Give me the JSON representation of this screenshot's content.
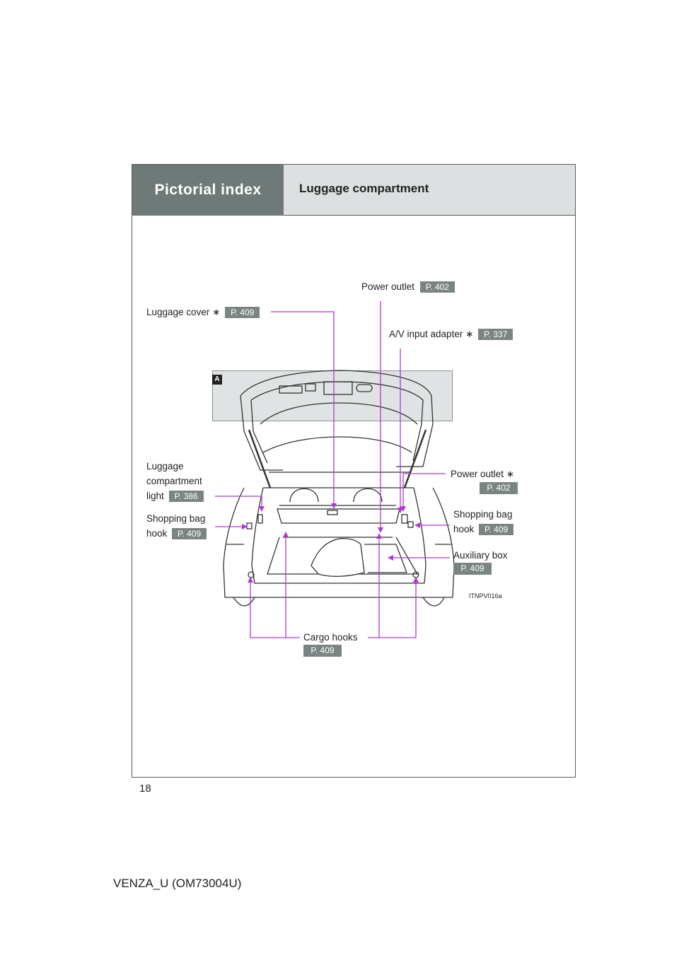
{
  "header": {
    "section": "Pictorial index",
    "title": "Luggage compartment"
  },
  "inset_badge": "A",
  "labels": {
    "power_outlet_top": {
      "text": "Power outlet",
      "page": "P. 402"
    },
    "luggage_cover": {
      "text": "Luggage cover ∗",
      "page": "P. 409"
    },
    "av_input": {
      "text": "A/V input adapter ∗",
      "page": "P. 337"
    },
    "luggage_light": {
      "line1": "Luggage",
      "line2": "compartment",
      "line3": "light",
      "page": "P. 386"
    },
    "shopping_left": {
      "line1": "Shopping bag",
      "line2": "hook",
      "page": "P. 409"
    },
    "power_outlet_right": {
      "text": "Power outlet ∗",
      "page": "P. 402"
    },
    "shopping_right": {
      "line1": "Shopping bag",
      "line2": "hook",
      "page": "P. 409"
    },
    "aux_box": {
      "text": "Auxiliary box",
      "page": "P. 409"
    },
    "cargo_hooks": {
      "text": "Cargo hooks",
      "page": "P. 409"
    }
  },
  "illustration_code": "ITNPV016a",
  "page_number": "18",
  "footer": "VENZA_U (OM73004U)",
  "colors": {
    "leader": "#b03ad0",
    "header_dark": "#6f7a78",
    "header_light": "#dde0e0",
    "page_badge": "#7a8583"
  }
}
